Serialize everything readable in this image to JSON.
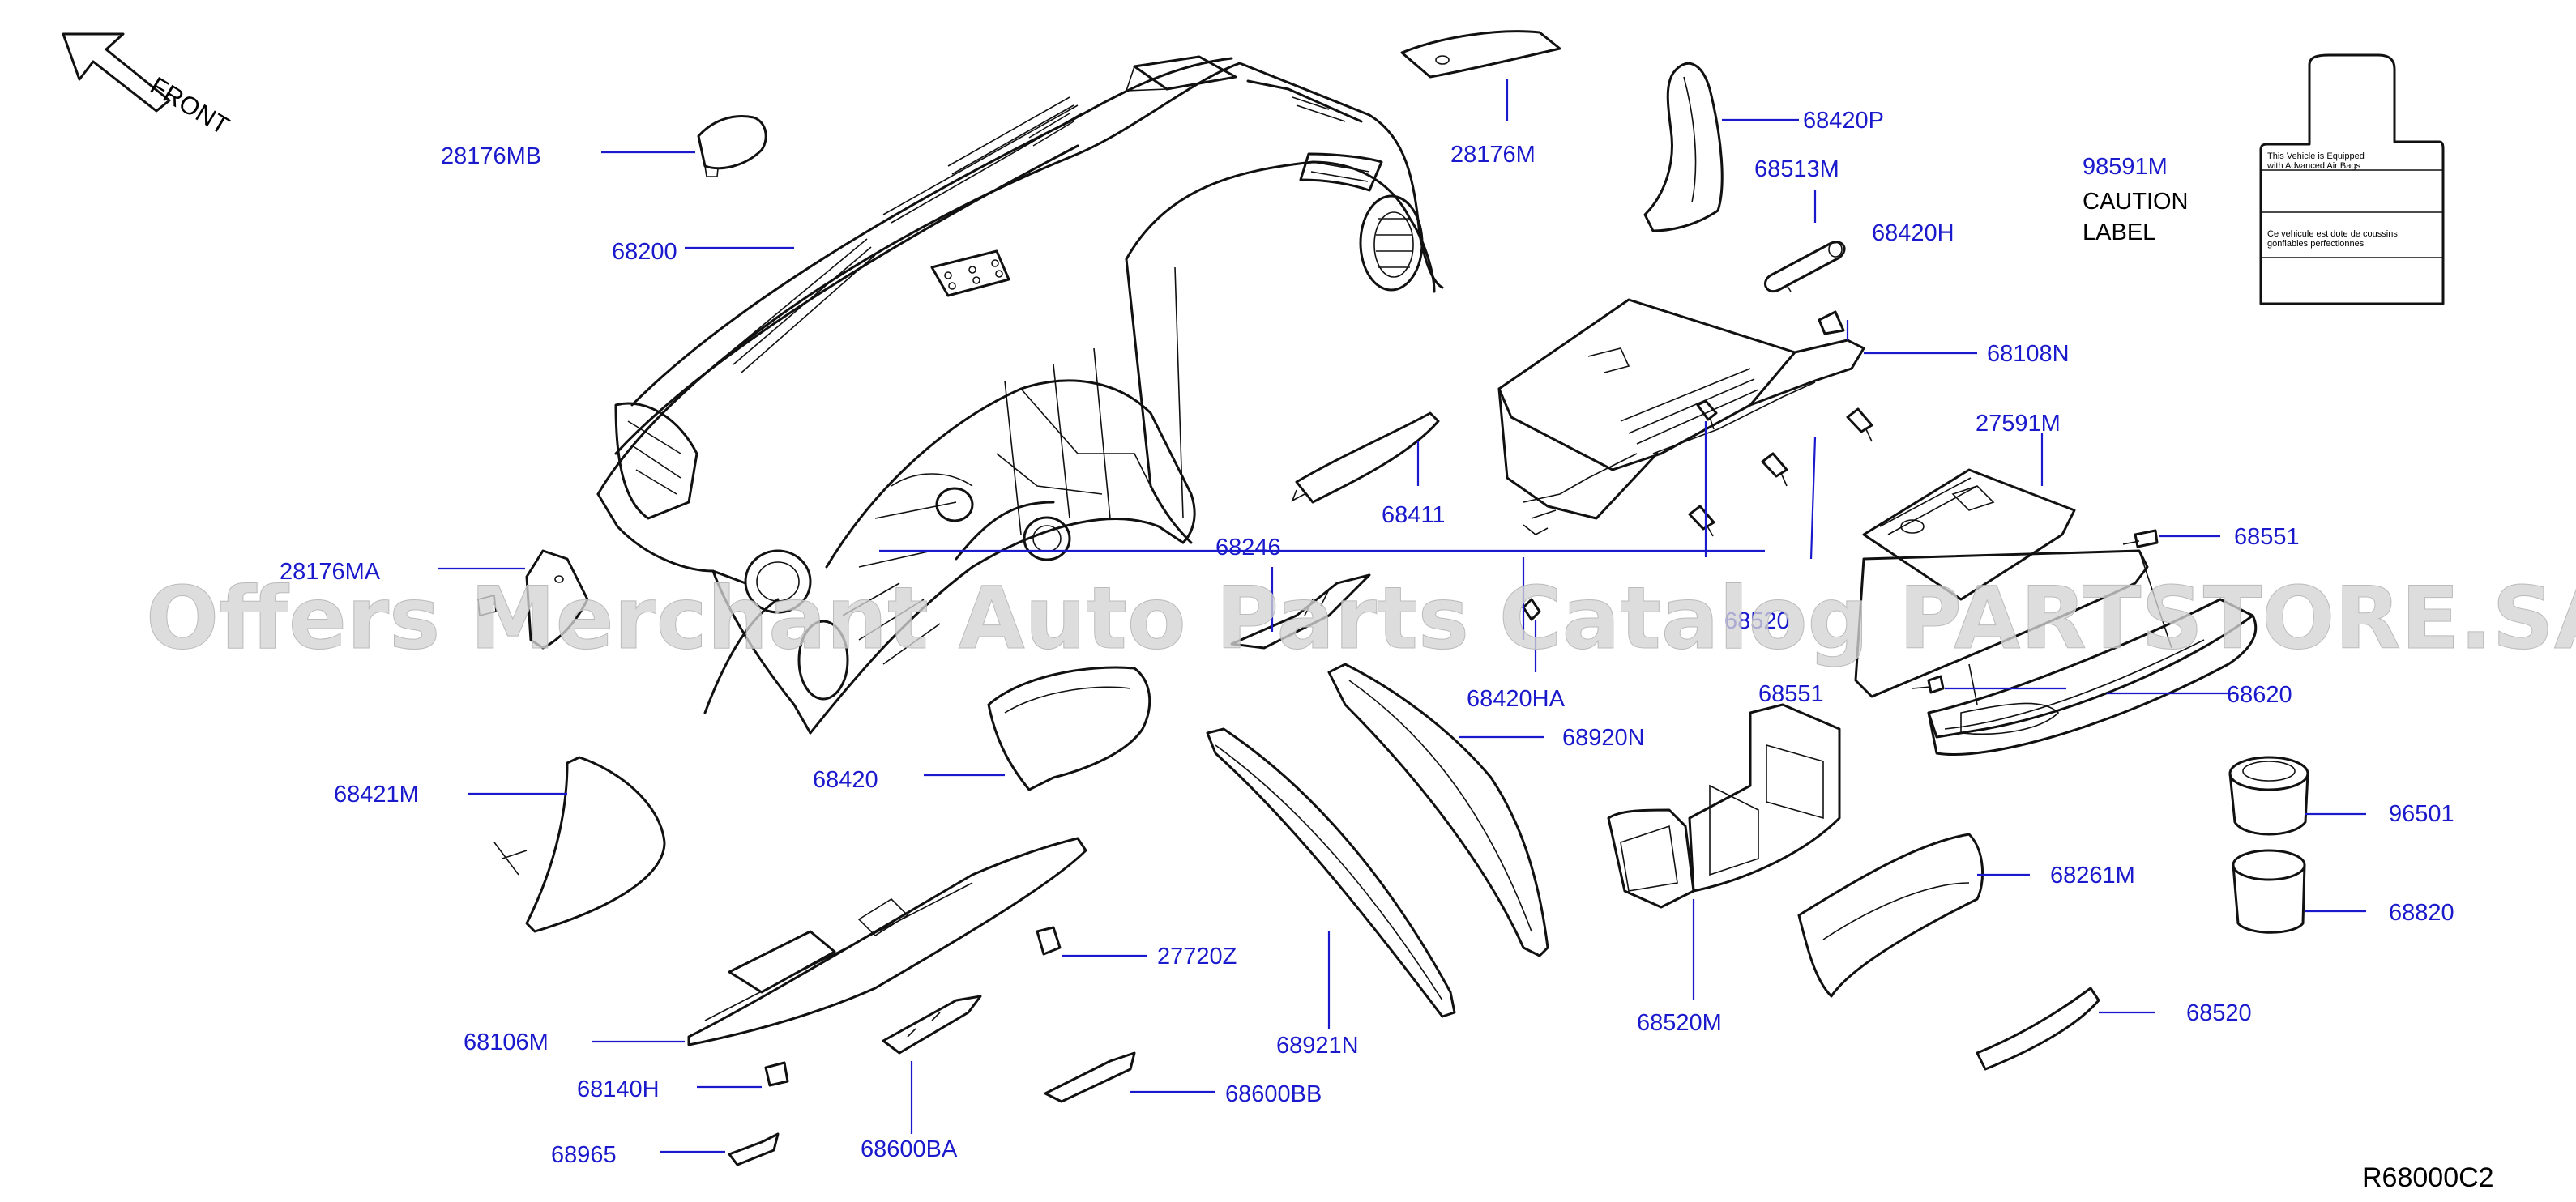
{
  "diagram": {
    "orientation_label": "FRONT",
    "diagram_code": "R68000C2",
    "watermark": "Offers Merchant Auto Parts Catalog PARTSTORE.SA",
    "caution_label": {
      "part_number": "98591M",
      "line1": "CAUTION",
      "line2": "LABEL",
      "sticker_en_line1": "This Vehicle is Equipped",
      "sticker_en_line2": "with Advanced Air Bags",
      "sticker_fr_line1": "Ce vehicule est dote de coussins",
      "sticker_fr_line2": "gonflables perfectionnes"
    },
    "part_numbers": {
      "p28176MB": "28176MB",
      "p68200": "68200",
      "p28176M": "28176M",
      "p68420P": "68420P",
      "p68513M": "68513M",
      "p68420H": "68420H",
      "p68108N": "68108N",
      "p27591M": "27591M",
      "p68551a": "68551",
      "p68411": "68411",
      "p68246": "68246",
      "p28176MA": "28176MA",
      "p68520hidden": "68520",
      "p68420HA": "68420HA",
      "p68551b": "68551",
      "p68620": "68620",
      "p68920N": "68920N",
      "p68420": "68420",
      "p68421M": "68421M",
      "p96501": "96501",
      "p68261M": "68261M",
      "p68820": "68820",
      "p27720Z": "27720Z",
      "p68921N": "68921N",
      "p68520M": "68520M",
      "p68106M": "68106M",
      "p68520": "68520",
      "p68140H": "68140H",
      "p68600BB": "68600BB",
      "p68965": "68965",
      "p68600BA": "68600BA"
    }
  }
}
